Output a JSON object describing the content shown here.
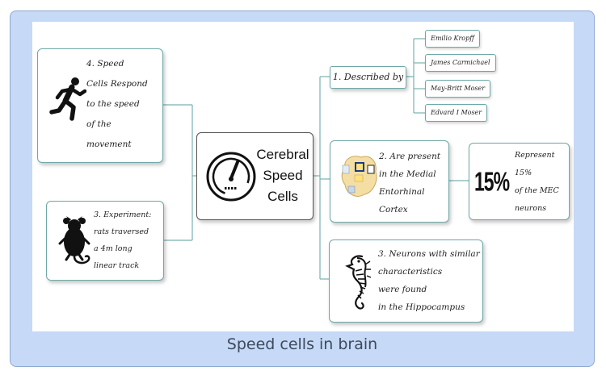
{
  "caption": "Speed cells in brain",
  "central": {
    "lines": [
      "Cerebral",
      "Speed",
      "Cells"
    ],
    "icon": "speedometer-icon"
  },
  "branches": {
    "described_by": {
      "label": "1. Described by",
      "people": [
        "Emilio Kropff",
        "James Carmichael",
        "May-Britt Moser",
        "Edvard I Moser"
      ]
    },
    "medial": {
      "lines": [
        "2. Are present",
        "in the Medial",
        "Entorhinal",
        "Cortex"
      ],
      "icon": "brain-map-icon"
    },
    "represent": {
      "percent": "15%",
      "lines": [
        "Represent",
        "15%",
        "of the MEC",
        "neurons"
      ]
    },
    "hippocampus": {
      "lines": [
        "3. Neurons with similar",
        "characteristics",
        "were found",
        "in the Hippocampus"
      ],
      "icon": "seahorse-icon"
    },
    "respond": {
      "lines": [
        "4. Speed",
        "Cells Respond",
        "to the speed",
        "of the",
        "movement"
      ],
      "icon": "running-man-icon"
    },
    "experiment": {
      "lines": [
        "3. Experiment:",
        "rats traversed",
        "a 4m long",
        "linear track"
      ],
      "icon": "rat-icon"
    }
  },
  "colors": {
    "frame_bg": "#c6d9f6",
    "node_border": "#6fa8a8",
    "connector": "#7ab0b0"
  }
}
